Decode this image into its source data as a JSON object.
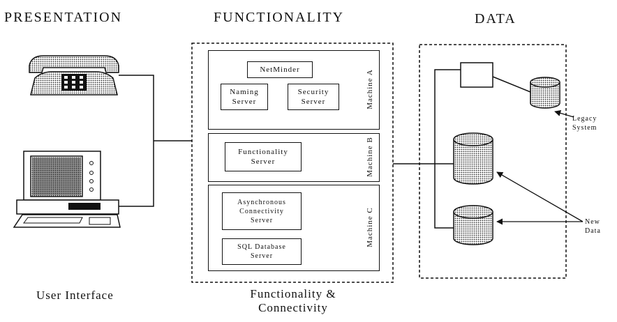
{
  "headers": {
    "presentation": "PRESENTATION",
    "functionality": "FUNCTIONALITY",
    "data": "DATA"
  },
  "captions": {
    "user_interface": "User Interface",
    "functionality_line1": "Functionality &",
    "functionality_line2": "Connectivity"
  },
  "machines": {
    "a": {
      "label": "Machine A",
      "netminder": "NetMinder",
      "naming_line1": "Naming",
      "naming_line2": "Server",
      "security_line1": "Security",
      "security_line2": "Server"
    },
    "b": {
      "label": "Machine B",
      "functionality_line1": "Functionality",
      "functionality_line2": "Server"
    },
    "c": {
      "label": "Machine C",
      "async_line1": "Asynchronous",
      "async_line2": "Connectivity",
      "async_line3": "Server",
      "sql_line1": "SQL Database",
      "sql_line2": "Server"
    }
  },
  "data_labels": {
    "legacy_line1": "Legacy",
    "legacy_line2": "System",
    "new_line1": "New",
    "new_line2": "Data"
  },
  "icons": {
    "phone": "telephone-icon",
    "computer": "computer-terminal-icon",
    "database": "database-cylinder-icon"
  }
}
